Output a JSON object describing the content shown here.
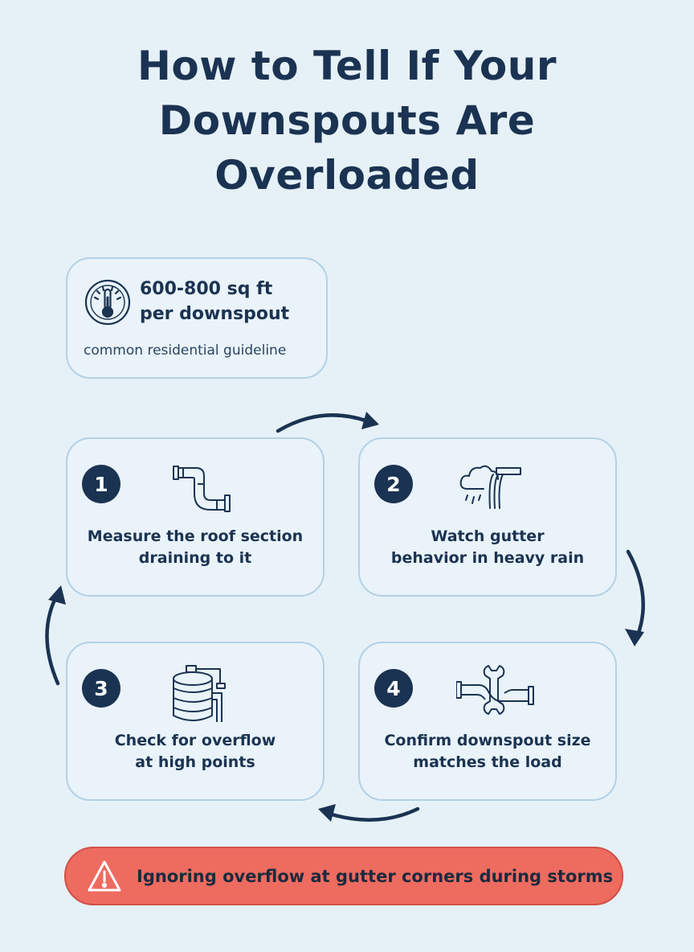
{
  "title": {
    "lines": [
      "How to Tell If Your",
      "Downspouts Are",
      "Overloaded"
    ]
  },
  "stat": {
    "icon": "thermometer-gauge-icon",
    "value_lines": [
      "600-800 sq ft",
      "per downspout"
    ],
    "caption": "common residential guideline"
  },
  "steps": [
    {
      "number": "1",
      "icon": "pipe-elbow-icon",
      "text_lines": [
        "Measure the roof section",
        "draining to it"
      ]
    },
    {
      "number": "2",
      "icon": "cloud-rain-gutter-icon",
      "text_lines": [
        "Watch gutter",
        "behavior in heavy rain"
      ]
    },
    {
      "number": "3",
      "icon": "water-tank-icon",
      "text_lines": [
        "Check for overflow",
        "at high points"
      ]
    },
    {
      "number": "4",
      "icon": "wrench-pipe-icon",
      "text_lines": [
        "Confirm downspout size",
        "matches the load"
      ]
    }
  ],
  "warning": {
    "icon": "warning-triangle-icon",
    "text": "Ignoring overflow at gutter corners during storms"
  },
  "colors": {
    "background": "#e6f1f7",
    "navy": "#1b3352",
    "card_border": "#b3d1e6",
    "warning_fill": "#ee6b60"
  }
}
